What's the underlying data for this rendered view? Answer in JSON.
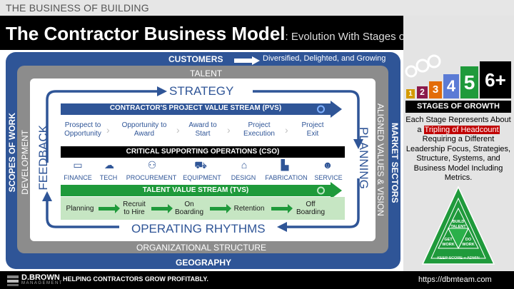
{
  "header": {
    "kicker": "THE BUSINESS OF BUILDING",
    "title": "The Contractor Business Model",
    "subtitle": ": Evolution With Stages of Growth"
  },
  "frame": {
    "customers": "CUSTOMERS",
    "customers_desc": "Diversified, Delighted, and Growing",
    "geography": "GEOGRAPHY",
    "scopes_of_work": "SCOPES OF WORK",
    "market_sectors": "MARKET SECTORS",
    "talent": "TALENT",
    "organizational_structure": "ORGANIZATIONAL STRUCTURE",
    "development": "DEVELOPMENT",
    "aligned_values": "ALIGNED VALUES & VISION"
  },
  "loop": {
    "strategy": "STRATEGY",
    "operating_rhythms": "OPERATING RHYTHMS",
    "feedback": "FEEDBACK",
    "planning": "PLANNING"
  },
  "pvs": {
    "title": "CONTRACTOR'S PROJECT VALUE STREAM (PVS)",
    "stages": [
      {
        "line1": "Prospect to",
        "line2": "Opportunity"
      },
      {
        "line1": "Opportunity to",
        "line2": "Award"
      },
      {
        "line1": "Award to",
        "line2": "Start"
      },
      {
        "line1": "Project",
        "line2": "Execution"
      },
      {
        "line1": "Project",
        "line2": "Exit"
      }
    ]
  },
  "cso": {
    "title": "CRITICAL SUPPORTING OPERATIONS (CSO)",
    "items": [
      {
        "label": "FINANCE",
        "icon": "money-icon"
      },
      {
        "label": "TECH",
        "icon": "cloud-icon"
      },
      {
        "label": "PROCUREMENT",
        "icon": "people-icon"
      },
      {
        "label": "EQUIPMENT",
        "icon": "bulldozer-icon"
      },
      {
        "label": "DESIGN",
        "icon": "house-icon"
      },
      {
        "label": "FABRICATION",
        "icon": "factory-icon"
      },
      {
        "label": "SERVICE",
        "icon": "worker-icon"
      }
    ]
  },
  "tvs": {
    "title": "TALENT VALUE STREAM (TVS)",
    "stages": [
      {
        "line1": "Planning",
        "line2": ""
      },
      {
        "line1": "Recruit",
        "line2": "to Hire"
      },
      {
        "line1": "On",
        "line2": "Boarding"
      },
      {
        "line1": "Retention",
        "line2": ""
      },
      {
        "line1": "Off",
        "line2": "Boarding"
      }
    ]
  },
  "stages_of_growth": {
    "numbers": [
      "1",
      "2",
      "3",
      "4",
      "5",
      "6+"
    ],
    "colors": [
      "#d49a00",
      "#8b1a4a",
      "#e36c09",
      "#5b7bd5",
      "#1f9a3b",
      "#000000"
    ],
    "heading": "STAGES OF GROWTH",
    "desc_before": "Each Stage Represents About a ",
    "desc_highlight": "Tripling of Headcount",
    "desc_after": " Requiring a Different Leadership Focus, Strategies, Structure, Systems, and Business Model Including Metrics."
  },
  "triangle": {
    "top": "BUILD",
    "top2": "TALENT",
    "left": "GET",
    "left2": "WORK",
    "right": "DO",
    "right2": "WORK",
    "bottom": "KEEP SCORE + ADMIN"
  },
  "footer": {
    "logo": "D.BROWN",
    "logo_sub": "MANAGEMENT",
    "tagline": "HELPING CONTRACTORS GROW PROFITABLY.",
    "url": "https://dbmteam.com"
  }
}
